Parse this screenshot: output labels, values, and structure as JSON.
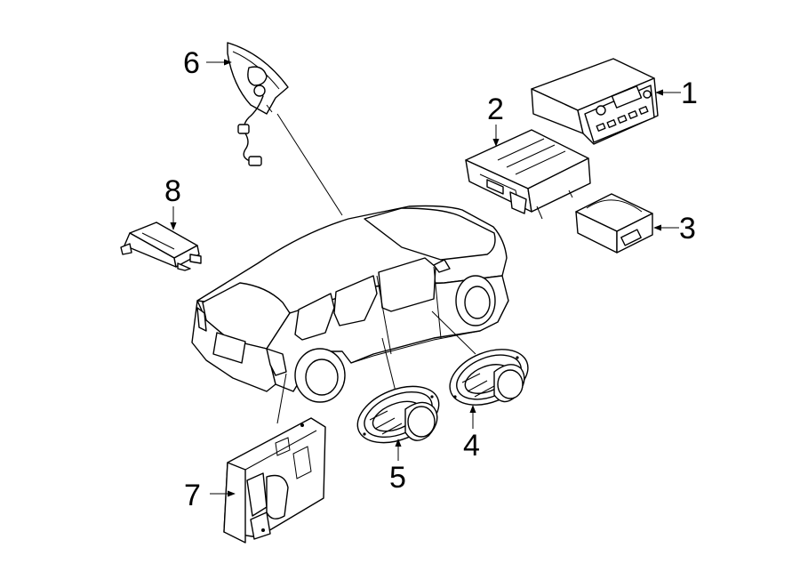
{
  "callouts": [
    {
      "id": "1",
      "label": "1"
    },
    {
      "id": "2",
      "label": "2"
    },
    {
      "id": "3",
      "label": "3"
    },
    {
      "id": "4",
      "label": "4"
    },
    {
      "id": "5",
      "label": "5"
    },
    {
      "id": "6",
      "label": "6"
    },
    {
      "id": "7",
      "label": "7"
    },
    {
      "id": "8",
      "label": "8"
    }
  ],
  "icons": {
    "vehicle": "suv-outline-icon",
    "part1": "radio-receiver-icon",
    "part2": "amplifier-module-icon",
    "part3": "control-module-icon",
    "part4": "speaker-icon",
    "part5": "speaker-icon",
    "part6": "tweeter-bracket-icon",
    "part7": "subwoofer-enclosure-icon",
    "part8": "sensor-module-icon"
  },
  "colors": {
    "stroke": "#000000",
    "background": "#ffffff"
  }
}
